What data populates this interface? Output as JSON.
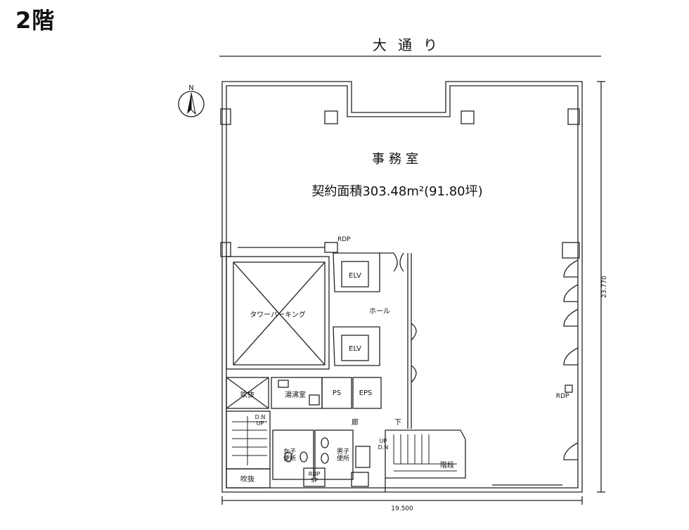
{
  "floor_label": "2階",
  "street_label": "大通り",
  "compass_label": "N",
  "main_room": {
    "name": "事務室",
    "area": "契約面積303.48m²(91.80坪)"
  },
  "dimensions": {
    "width": "19.500",
    "height": "23.770"
  },
  "rooms": {
    "tower_parking": "タワーパーキング",
    "hall": "ホール",
    "elv": "ELV",
    "ps": "PS",
    "eps": "EPS",
    "kitchenette": "湯沸室",
    "void_upper": "吹抜",
    "void_lower": "吹抜",
    "womens": "女子\n便所",
    "mens": "男子\n便所",
    "rdp_sp": "RDP\nSP",
    "corridor": "廊",
    "down": "下",
    "stairs": "階段"
  },
  "markers": {
    "rdp": "RDP",
    "dn_up": "D.N\nUP",
    "up_dn": "UP\nD.N"
  }
}
